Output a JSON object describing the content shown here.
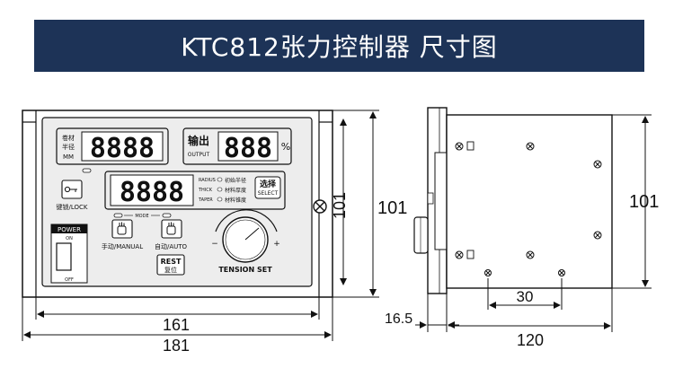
{
  "title": "KTC812张力控制器 尺寸图",
  "panel": {
    "display1_label_top": "卷材",
    "display1_label_mid": "半径",
    "display1_label_bot": "MM",
    "display1_value": "8888",
    "output_label_cn": "输出",
    "output_label_en": "OUTPUT",
    "display2_value": "888",
    "percent_sign": "%",
    "display3_value": "8888",
    "radius_label": "RADIUS",
    "radius_cn": "初始半径",
    "thick_label": "THICK",
    "thick_cn": "材料厚度",
    "taper_label": "TAPER",
    "taper_cn": "材料锥度",
    "select_cn": "选择",
    "select_en": "SELECT",
    "lock_label": "键锁/LOCK",
    "mode_label": "MODE",
    "manual_label": "手动/MANUAL",
    "auto_label": "自动/AUTO",
    "reset_en": "REST",
    "reset_cn": "复位",
    "power_label": "POWER",
    "on_label": "ON",
    "off_label": "OFF",
    "minus_sign": "−",
    "plus_sign": "+",
    "tension_label": "TENSION SET"
  },
  "dimensions": {
    "front_height": "101",
    "front_inner_height": "101",
    "front_inner_width": "161",
    "front_outer_width": "181",
    "side_height": "101",
    "side_slot": "30",
    "side_flange": "16.5",
    "side_depth": "120"
  }
}
